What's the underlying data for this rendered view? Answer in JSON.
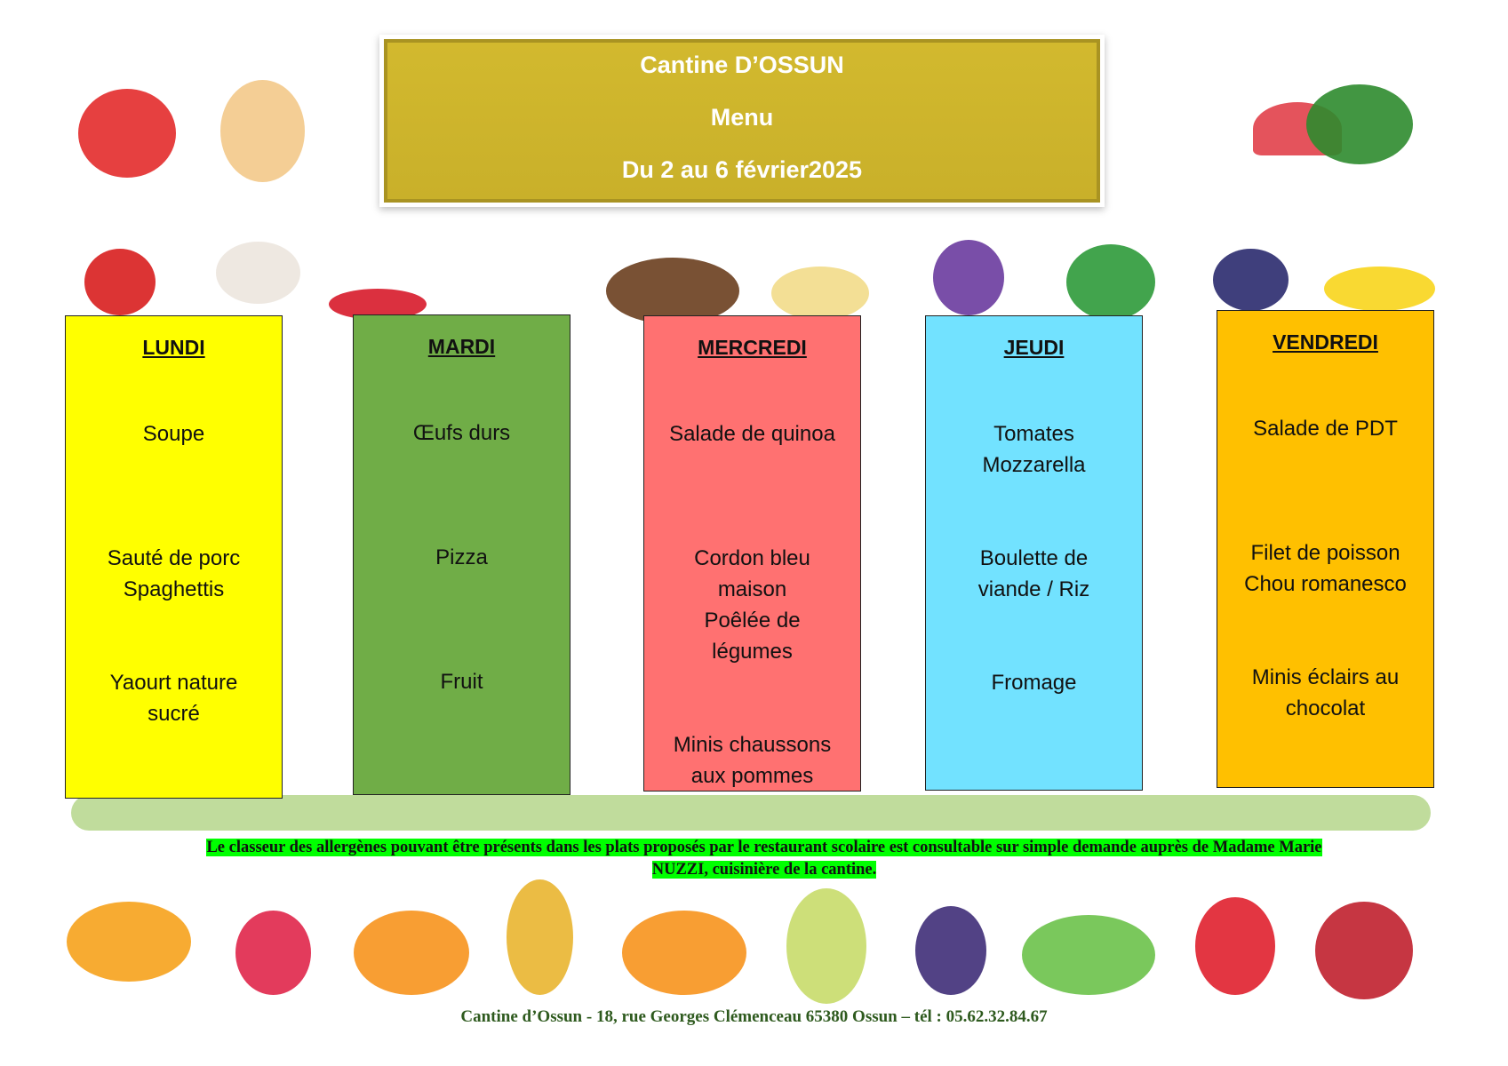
{
  "header": {
    "line1": "Cantine  D’OSSUN",
    "line2": "Menu",
    "line3": "Du 2 au 6 février2025"
  },
  "days": [
    {
      "name": "LUNDI",
      "color": "#ffff00",
      "items": [
        "Soupe",
        "Sauté de porc\nSpaghettis",
        "Yaourt nature\nsucré"
      ]
    },
    {
      "name": "MARDI",
      "color": "#70ad47",
      "items": [
        "Œufs durs",
        "Pizza",
        "Fruit"
      ]
    },
    {
      "name": "MERCREDI",
      "color": "#ff7171",
      "items": [
        "Salade de quinoa",
        "Cordon bleu\nmaison\nPoêlée de\nlégumes",
        "Minis chaussons\naux pommes"
      ]
    },
    {
      "name": "JEUDI",
      "color": "#72e2ff",
      "items": [
        "Tomates\nMozzarella",
        "Boulette de\nviande / Riz",
        "Fromage"
      ]
    },
    {
      "name": "VENDREDI",
      "color": "#ffc000",
      "items": [
        "Salade de PDT",
        "Filet de poisson\nChou romanesco",
        "Minis éclairs au\nchocolat"
      ]
    }
  ],
  "allergen_notice": {
    "line1": "Le classeur des allergènes pouvant être présents dans les plats proposés par le restaurant scolaire est consultable sur simple demande auprès de Madame Marie",
    "line2": "NUZZI, cuisinière de la cantine."
  },
  "footer": "Cantine d’Ossun - 18, rue Georges Clémenceau 65380 Ossun – tél : 05.62.32.84.67"
}
